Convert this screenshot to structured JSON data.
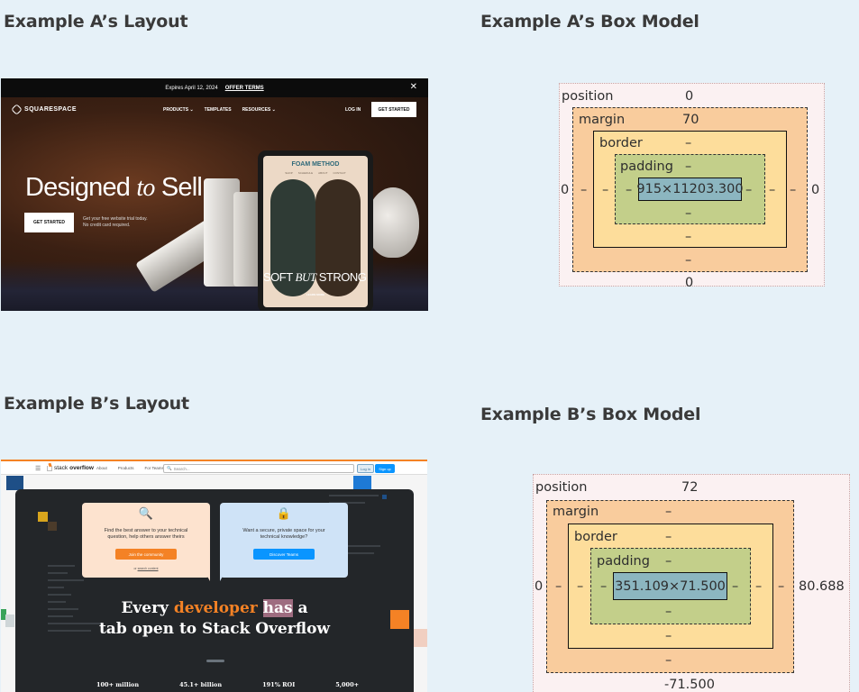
{
  "headings": {
    "a_layout": "Example A’s Layout",
    "a_box": "Example A’s Box Model",
    "b_layout": "Example B’s Layout",
    "b_box": "Example B’s Box Model"
  },
  "example_a": {
    "banner": {
      "text": "Expires April 12, 2024",
      "link": "OFFER TERMS",
      "close": "✕"
    },
    "brand": "SQUARESPACE",
    "nav": [
      "PRODUCTS ⌄",
      "TEMPLATES",
      "RESOURCES ⌄"
    ],
    "login": "LOG IN",
    "get_started_nav": "GET STARTED",
    "title_pre": "Designed ",
    "title_mid": "to",
    "title_post": " Sell",
    "cta": "GET STARTED",
    "cta_sub_1": "Get your free website trial today.",
    "cta_sub_2": "No credit card required.",
    "tablet": {
      "brand": "FOAM METHOD",
      "nav": [
        "SHOP",
        "SCHEDULE",
        "ABOUT",
        "CONTACT"
      ],
      "soft_pre": "SOFT ",
      "soft_mid": "BUT",
      "soft_post": " STRONG",
      "learn": "LEARN MORE"
    }
  },
  "box_a": {
    "position_label": "position",
    "position_top": "0",
    "position_left": "0",
    "position_right": "0",
    "position_bottom": "0",
    "margin_label": "margin",
    "margin_top": "70",
    "margin_left": "–",
    "margin_right": "–",
    "margin_bottom": "–",
    "border_label": "border",
    "border_top": "–",
    "border_left": "–",
    "border_right": "–",
    "border_bottom": "–",
    "padding_label": "padding",
    "padding_top": "–",
    "padding_left": "–",
    "padding_right": "–",
    "padding_bottom": "–",
    "content": "915×11203.300"
  },
  "example_b": {
    "logo_pre": "stack",
    "logo_post": "overflow",
    "nav": [
      "About",
      "Products",
      "For Teams"
    ],
    "search_placeholder": "Search...",
    "login": "Log in",
    "signup": "Sign up",
    "card_a": {
      "icon": "🔍",
      "text": "Find the best answer to your technical question, help others answer theirs",
      "button": "Join the community",
      "or_prefix": "or ",
      "or_link": "search content"
    },
    "card_b": {
      "icon": "🔒",
      "text": "Want a secure, private space for your technical knowledge?",
      "button": "Discover Teams"
    },
    "headline_1": "Every ",
    "headline_dev": "developer",
    "headline_space": " ",
    "headline_has": "has",
    "headline_a": " a",
    "headline_2": "tab open to Stack Overflow",
    "stats": [
      "100+ million",
      "45.1+ billion",
      "191% ROI",
      "5,000+"
    ]
  },
  "box_b": {
    "position_label": "position",
    "position_top": "72",
    "position_left": "0",
    "position_right": "80.688",
    "position_bottom": "-71.500",
    "margin_label": "margin",
    "margin_top": "–",
    "margin_left": "–",
    "margin_right": "–",
    "margin_bottom": "–",
    "border_label": "border",
    "border_top": "–",
    "border_left": "–",
    "border_right": "–",
    "border_bottom": "–",
    "padding_label": "padding",
    "padding_top": "–",
    "padding_left": "–",
    "padding_right": "–",
    "padding_bottom": "–",
    "content": "351.109×71.500"
  }
}
